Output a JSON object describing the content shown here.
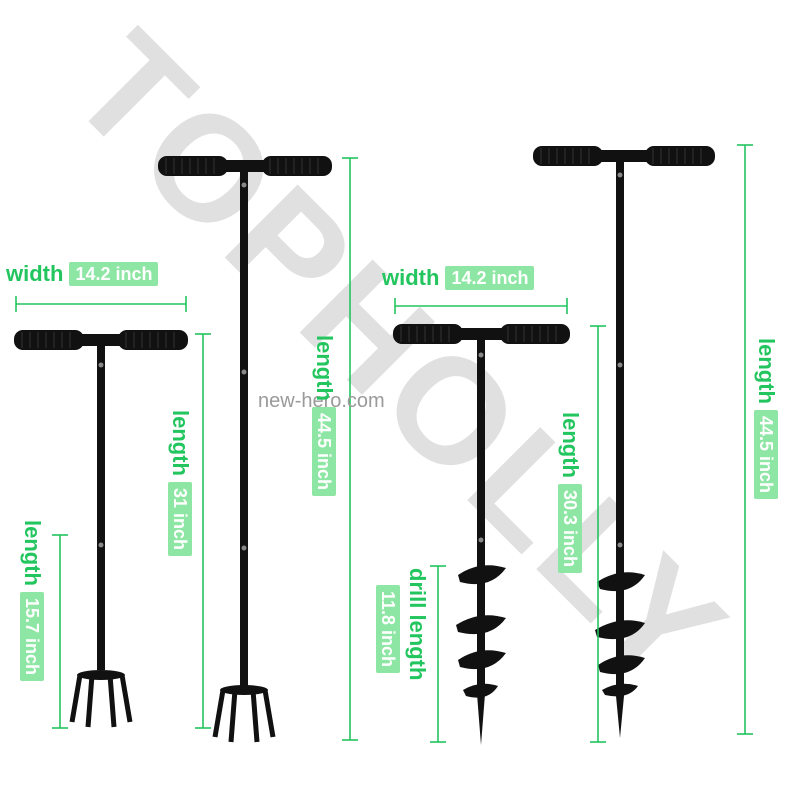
{
  "watermark": "TOPHOLLY",
  "site": "new-hero.com",
  "colors": {
    "dimension_green": "#22c55e",
    "value_bg": "#8ee6a4",
    "tool": "#111111"
  },
  "labels": {
    "width_1": {
      "label": "width",
      "value": "14.2 inch"
    },
    "width_2": {
      "label": "width",
      "value": "14.2 inch"
    },
    "length_1": {
      "label": "length",
      "value": "15.7 inch"
    },
    "length_2": {
      "label": "length",
      "value": "31 inch"
    },
    "length_3": {
      "label": "length",
      "value": "44.5 inch"
    },
    "length_4": {
      "label": "length",
      "value": "30.3 inch"
    },
    "length_5": {
      "label": "length",
      "value": "44.5 inch"
    },
    "drill": {
      "label": "drill length",
      "value": "11.8 inch"
    }
  }
}
